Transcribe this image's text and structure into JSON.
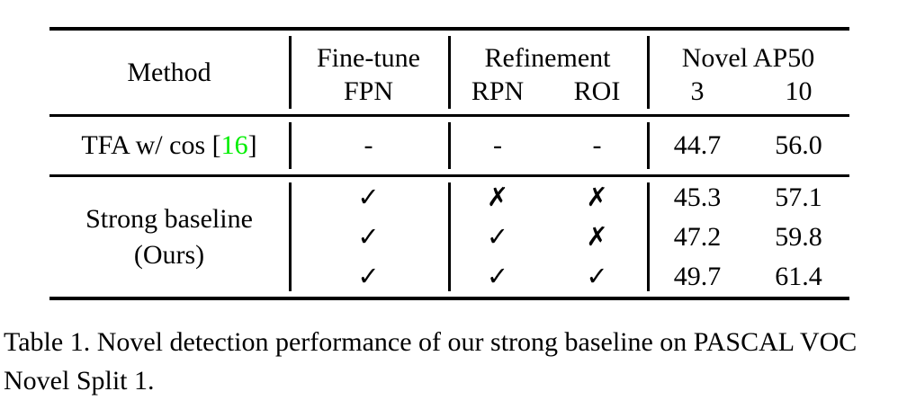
{
  "figure": {
    "caption_prefix": "Table 1.",
    "caption_text": " Novel detection performance of our strong baseline on PASCAL VOC Novel Split 1.",
    "caption_full": "Table 1. Novel detection performance of our strong baseline on PASCAL VOC Novel Split 1."
  },
  "colors": {
    "citation_green": "#00ee00",
    "rule_black": "#000000",
    "text_black": "#000000",
    "background": "#ffffff"
  },
  "table": {
    "header": {
      "method": "Method",
      "group_finetune": "Fine-tune",
      "group_refinement": "Refinement",
      "group_novel_ap50": "Novel AP50",
      "sub_fpn": "FPN",
      "sub_rpn": "RPN",
      "sub_roi": "ROI",
      "sub_ap3": "3",
      "sub_ap10": "10"
    },
    "rows": [
      {
        "method_line1": "TFA w/ cos",
        "citation_open": "[",
        "citation_number": "16",
        "citation_close": "]",
        "fpn": "-",
        "rpn": "-",
        "roi": "-",
        "ap3": "44.7",
        "ap10": "56.0"
      }
    ],
    "ours": {
      "method_line1": "Strong baseline",
      "method_line2": "(Ours)",
      "variants": [
        {
          "fpn": "✓",
          "rpn": "✗",
          "roi": "✗",
          "ap3": "45.3",
          "ap10": "57.1"
        },
        {
          "fpn": "✓",
          "rpn": "✓",
          "roi": "✗",
          "ap3": "47.2",
          "ap10": "59.8"
        },
        {
          "fpn": "✓",
          "rpn": "✓",
          "roi": "✓",
          "ap3": "49.7",
          "ap10": "61.4"
        }
      ]
    }
  },
  "chart_data": {
    "type": "table",
    "title": "Table 1. Novel detection performance of our strong baseline on PASCAL VOC Novel Split 1.",
    "columns": [
      "Method",
      "Fine-tune FPN",
      "Refinement RPN",
      "Refinement ROI",
      "Novel AP50 3",
      "Novel AP50 10"
    ],
    "rows": [
      [
        "TFA w/ cos [16]",
        "-",
        "-",
        "-",
        "44.7",
        "56.0"
      ],
      [
        "Strong baseline (Ours)",
        "✓",
        "✗",
        "✗",
        "45.3",
        "57.1"
      ],
      [
        "Strong baseline (Ours)",
        "✓",
        "✓",
        "✗",
        "47.2",
        "59.8"
      ],
      [
        "Strong baseline (Ours)",
        "✓",
        "✓",
        "✓",
        "49.7",
        "61.4"
      ]
    ]
  }
}
